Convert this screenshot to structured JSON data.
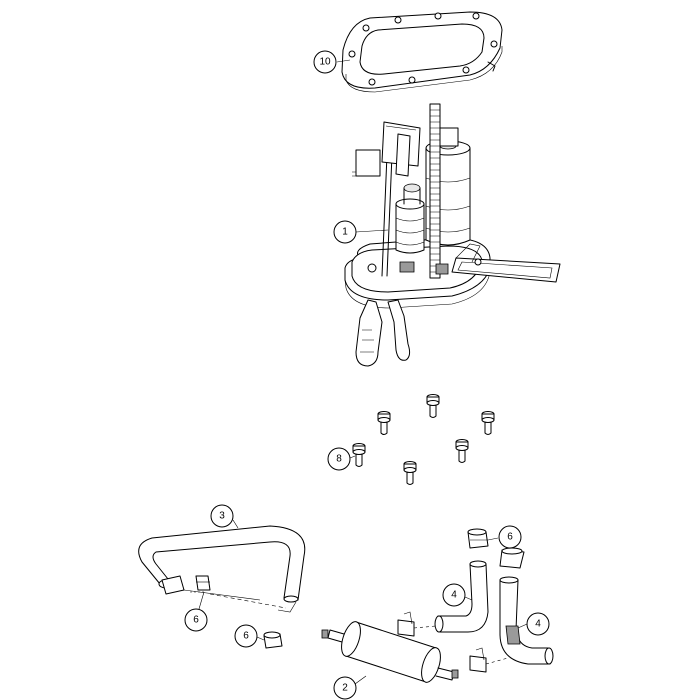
{
  "callouts": {
    "c10": "10",
    "c1": "1",
    "c8": "8",
    "c3": "3",
    "c6a": "6",
    "c4a": "4",
    "c6b": "6",
    "c6c": "6",
    "c4b": "4",
    "c2": "2"
  },
  "colors": {
    "line": "#000000",
    "shade": "#e8e8e8",
    "dark": "#9a9a9a",
    "background": "#ffffff"
  }
}
